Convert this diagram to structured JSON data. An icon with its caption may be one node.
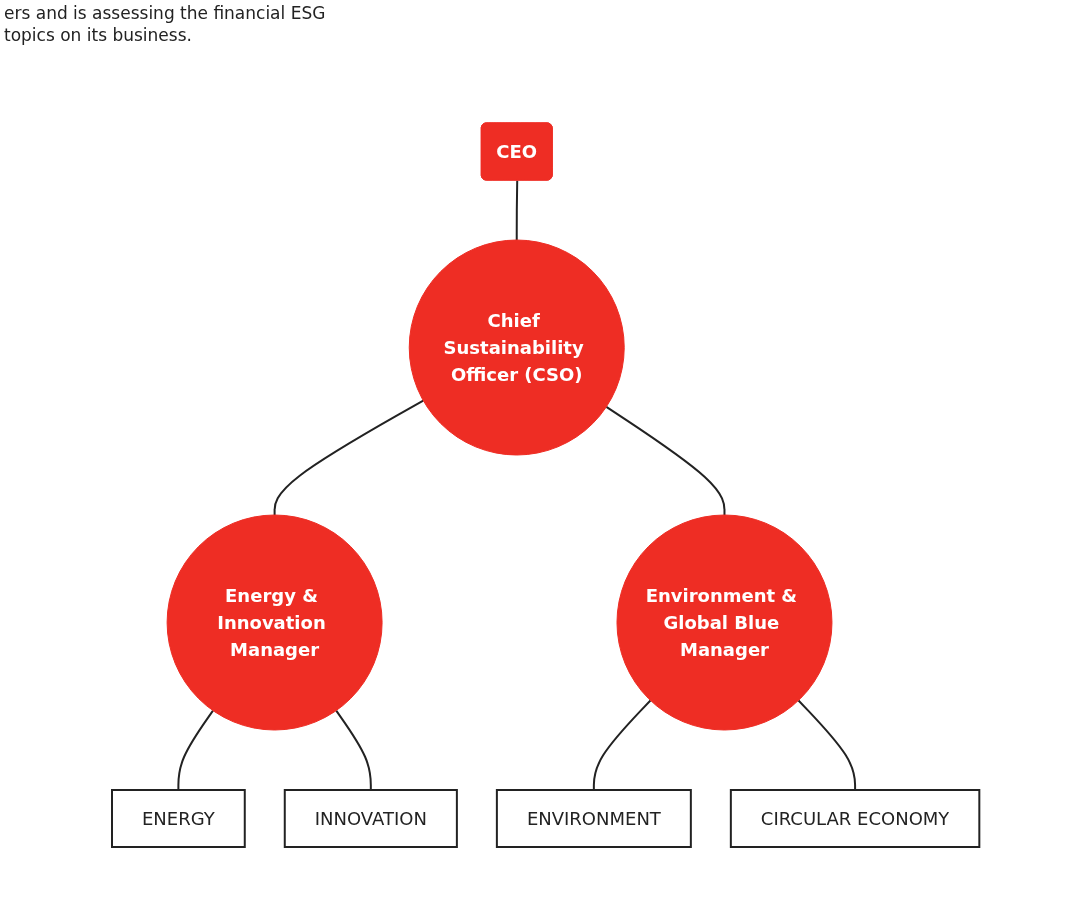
{
  "diagram": {
    "nodes": [
      {
        "text": [
          "CEO"
        ]
      },
      {
        "text": [
          "Chief Sustainability Officer (CSO)"
        ]
      },
      {
        "text": [
          "Energy & Innovation Manager"
        ]
      },
      {
        "text": [
          "Environment & Global Blue Manager"
        ]
      },
      {
        "text": [
          "ENERGY"
        ]
      },
      {
        "text": [
          "INNOVATION"
        ]
      },
      {
        "text": [
          "ENVIRONMENT"
        ]
      },
      {
        "text": [
          "CIRCULAR ECONOMY"
        ]
      }
    ],
    "edges": [
      {
        "from": 0,
        "to": 1,
        "arrow": "none"
      },
      {
        "from": 1,
        "to": 2,
        "arrow": "none"
      },
      {
        "from": 1,
        "to": 3,
        "arrow": "none"
      },
      {
        "from": 2,
        "to": 4,
        "arrow": "none"
      },
      {
        "from": 2,
        "to": 5,
        "arrow": "none"
      },
      {
        "from": 3,
        "to": 6,
        "arrow": "none"
      },
      {
        "from": 3,
        "to": 7,
        "arrow": "none"
      }
    ],
    "labels": [
      "ers and is assessing the financial ESG topics on its business."
    ]
  }
}
